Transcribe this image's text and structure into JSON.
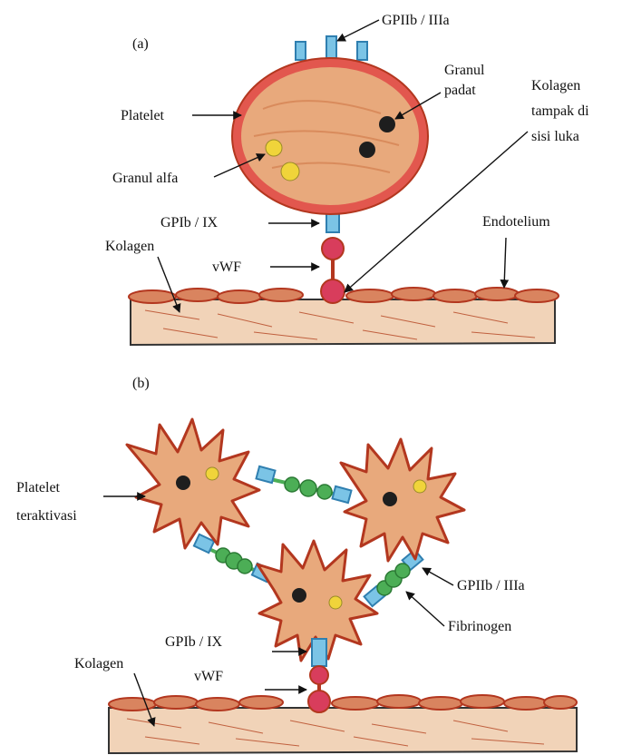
{
  "panel_a": {
    "tag": "(a)",
    "labels": {
      "gp2b3a": "GPIIb / IIIa",
      "granul_padat_1": "Granul",
      "granul_padat_2": "padat",
      "platelet": "Platelet",
      "kolagen_luka_1": "Kolagen",
      "kolagen_luka_2": "tampak di",
      "kolagen_luka_3": "sisi luka",
      "granul_alfa": "Granul alfa",
      "gp1b9": "GPIb / IX",
      "endotelium": "Endotelium",
      "kolagen": "Kolagen",
      "vwf": "vWF"
    }
  },
  "panel_b": {
    "tag": "(b)",
    "labels": {
      "platelet_1": "Platelet",
      "platelet_2": "teraktivasi",
      "gp2b3a": "GPIIb / IIIa",
      "fibrinogen": "Fibrinogen",
      "gp1b9": "GPIb / IX",
      "kolagen": "Kolagen",
      "vwf": "vWF"
    }
  },
  "colors": {
    "platelet_fill": "#e8a97c",
    "platelet_rim": "#e2574e",
    "outline": "#b3371f",
    "tissue": "#f1d3b8",
    "tissue_line": "#c0603f",
    "receptor": "#7bc4e6",
    "receptor_edge": "#2f7fb0",
    "vwf": "#d83d5c",
    "fibrinogen": "#4cae56",
    "granule_dense": "#1e1e1e",
    "granule_alpha": "#f0d43a"
  }
}
